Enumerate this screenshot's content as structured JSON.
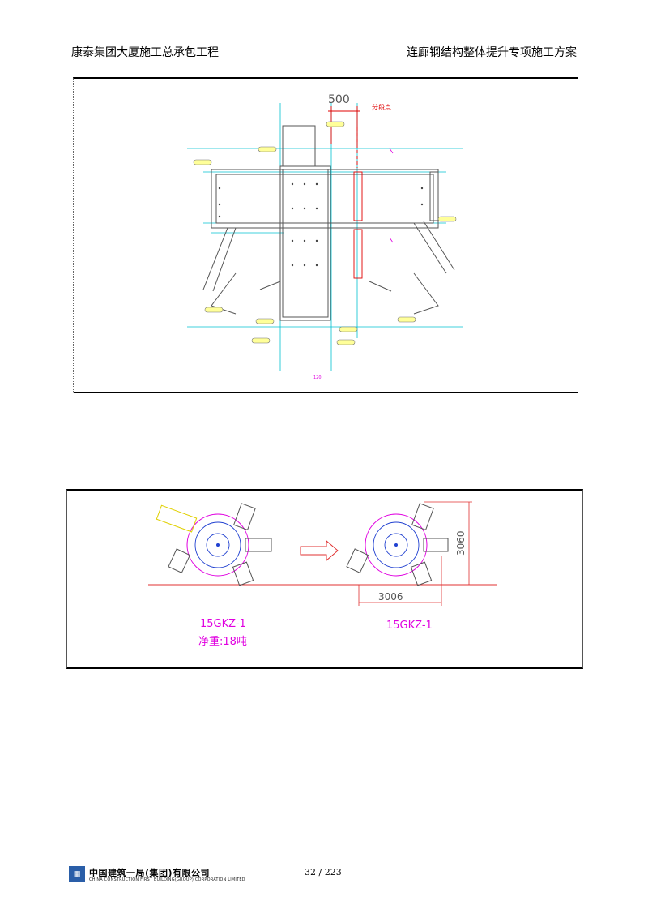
{
  "header": {
    "left_title": "康泰集团大厦施工总承包工程",
    "right_title": "连廊钢结构整体提升专项施工方案"
  },
  "figure1": {
    "dimension_label": "500",
    "segment_label": "分段点",
    "bottom_label": "120",
    "colors": {
      "cyan": "#00c0d0",
      "red": "#e00000",
      "magenta": "#e000e0",
      "gray": "#666666"
    }
  },
  "figure2": {
    "left_component": "15GKZ-1",
    "left_weight": "净重:18吨",
    "right_component": "15GKZ-1",
    "width_dim": "3006",
    "height_dim": "3060",
    "colors": {
      "magenta": "#e000e0",
      "red": "#e03030",
      "blue": "#2040d0"
    }
  },
  "footer": {
    "company_cn": "中国建筑一局(集团)有限公司",
    "company_en": "CHINA CONSTRUCTION FIRST BUILDING(GROUP) CORPORATION LIMITED",
    "page_number": "32 / 223",
    "logo_icon": "cscec-logo-icon"
  }
}
